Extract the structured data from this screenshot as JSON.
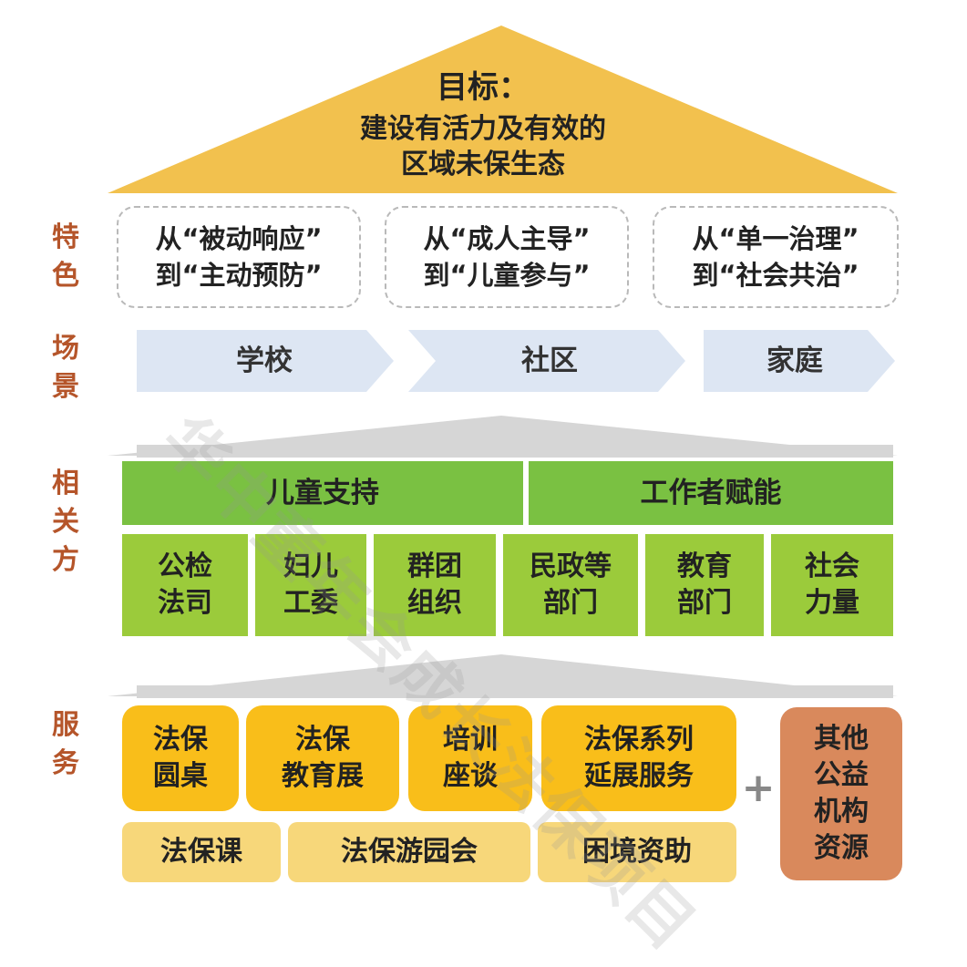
{
  "colors": {
    "roof": "#f2c14e",
    "side_label": "#b5552a",
    "scene_arrow": "#dde6f3",
    "band": "#d6d6d6",
    "header_green": "#7ac142",
    "party_green": "#9bcb3b",
    "service_orange": "#f9be1a",
    "service_light": "#f7d77a",
    "other_brown": "#d9895c"
  },
  "goal": {
    "label": "目标：",
    "line1": "建设有活力及有效的",
    "line2": "区域未保生态"
  },
  "side_labels": {
    "features": [
      "特",
      "色"
    ],
    "scenes": [
      "场",
      "景"
    ],
    "parties": [
      "相",
      "关",
      "方"
    ],
    "services": [
      "服",
      "务"
    ]
  },
  "features": [
    {
      "line1": "从“被动响应”",
      "line2": "到“主动预防”"
    },
    {
      "line1": "从“成人主导”",
      "line2": "到“儿童参与”"
    },
    {
      "line1": "从“单一治理”",
      "line2": "到“社会共治”"
    }
  ],
  "scenes": [
    "学校",
    "社区",
    "家庭"
  ],
  "stakeholder_headers": [
    "儿童支持",
    "工作者赋能"
  ],
  "stakeholders": [
    {
      "line1": "公检",
      "line2": "法司"
    },
    {
      "line1": "妇儿",
      "line2": "工委"
    },
    {
      "line1": "群团",
      "line2": "组织"
    },
    {
      "line1": "民政等",
      "line2": "部门"
    },
    {
      "line1": "教育",
      "line2": "部门"
    },
    {
      "line1": "社会",
      "line2": "力量"
    }
  ],
  "services_top": [
    {
      "line1": "法保",
      "line2": "圆桌"
    },
    {
      "line1": "法保",
      "line2": "教育展"
    },
    {
      "line1": "培训",
      "line2": "座谈"
    },
    {
      "line1": "法保系列",
      "line2": "延展服务"
    }
  ],
  "services_bottom": [
    "法保课",
    "法保游园会",
    "困境资助"
  ],
  "plus": "+",
  "other_resources": [
    "其他",
    "公益",
    "机构",
    "资源"
  ],
  "watermark": "华中童年会成长法保项目"
}
